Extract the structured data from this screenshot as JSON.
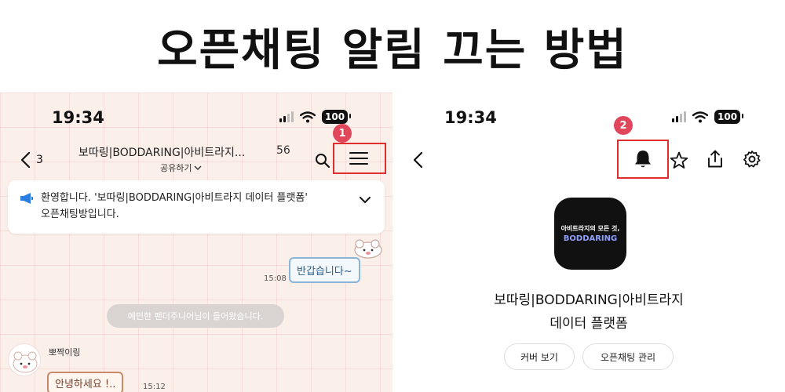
{
  "headline": "오픈채팅 알림 끄는 방법",
  "colors": {
    "accent_red": "#e02d2d",
    "marker": "#e0475a",
    "chat_bg": "#fbefe9"
  },
  "left": {
    "time": "19:34",
    "battery": "100",
    "marker": "1",
    "back_count": "3",
    "chat_title": "보따링|BODDARING|아비트라지...",
    "member_count": "56",
    "share_label": "공유하기",
    "notice_line1": "환영합니다. '보따링|BODDARING|아비트라지 데이터 플랫폼'",
    "notice_line2": "오픈채팅방입니다.",
    "bubble_out": "반갑습니다~",
    "time_out": "15:08",
    "system_msg": "예민한 팬더주니어님이 들어왔습니다.",
    "sender_name": "뽀짝이링",
    "bubble_in": "안녕하세요 !..",
    "time_in": "15:12",
    "icons": [
      "back-chevron-icon",
      "search-icon",
      "menu-icon",
      "megaphone-icon",
      "chevron-down-icon"
    ]
  },
  "right": {
    "time": "19:34",
    "battery": "100",
    "marker": "2",
    "profile_line1": "아비트라지의 모든 것,",
    "profile_line2": "BODDARING",
    "room_name_line1": "보따링|BODDARING|아비트라지",
    "room_name_line2": "데이터 플랫폼",
    "cover_button": "커버 보기",
    "manage_button": "오픈채팅 관리",
    "icons": [
      "back-chevron-icon",
      "bell-icon",
      "star-icon",
      "share-icon",
      "gear-icon"
    ]
  }
}
